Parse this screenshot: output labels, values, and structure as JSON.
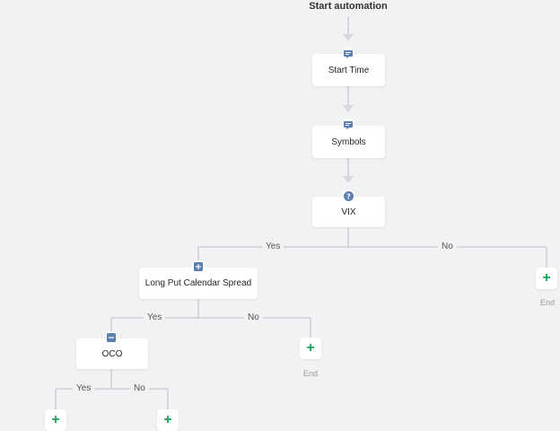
{
  "flow": {
    "title": "Start automation",
    "nodes": {
      "start_time": "Start Time",
      "symbols": "Symbols",
      "vix": "VIX",
      "long_put": "Long Put Calendar Spread",
      "oco": "OCO"
    },
    "branches": {
      "yes": "Yes",
      "no": "No"
    },
    "end": "End",
    "add_symbol": "+"
  },
  "icons": {
    "comment": "comment-icon",
    "question": "question-icon",
    "plus_square": "plus-square-icon",
    "minus_square": "minus-square-icon"
  },
  "colors": {
    "accent_blue": "#5b7fae",
    "add_green": "#19a35a",
    "connector": "#d6d8dc",
    "background": "#f1f2f4"
  }
}
